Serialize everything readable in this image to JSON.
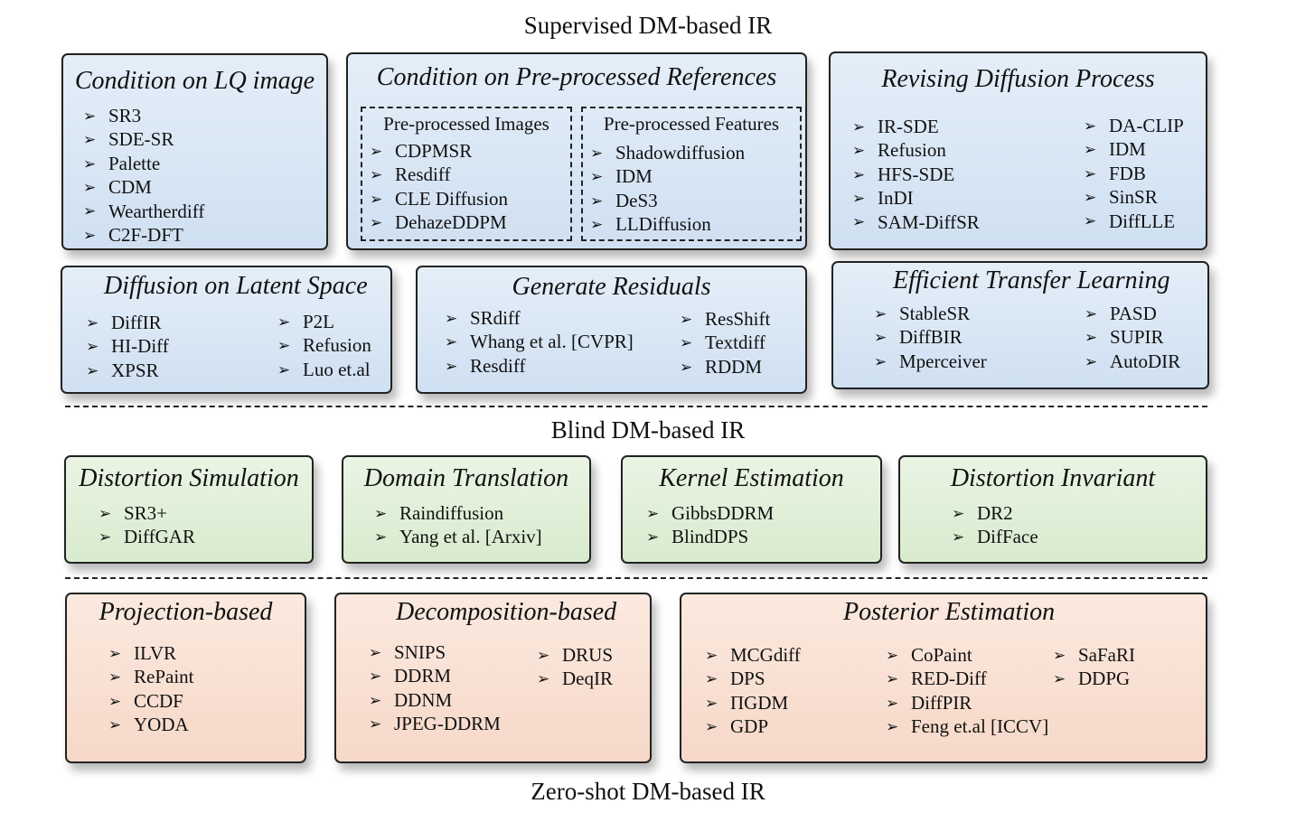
{
  "sections": {
    "supervised": "Supervised DM-based IR",
    "blind": "Blind DM-based IR",
    "zeroshot": "Zero-shot DM-based IR"
  },
  "bullet": "➢",
  "colors": {
    "supervised": "#d6e5f4",
    "blind": "#dcecd3",
    "zeroshot": "#f8dccd",
    "border": "#222222"
  },
  "boxes": {
    "lq": {
      "title": "Condition on LQ image",
      "items": [
        "SR3",
        "SDE-SR",
        "Palette",
        "CDM",
        "Weartherdiff",
        "C2F-DFT"
      ]
    },
    "preprocessed": {
      "title": "Condition on Pre-processed References",
      "images": {
        "title": "Pre-processed Images",
        "items": [
          "CDPMSR",
          "Resdiff",
          "CLE Diffusion",
          "DehazeDDPM"
        ]
      },
      "features": {
        "title": "Pre-processed Features",
        "items": [
          "Shadowdiffusion",
          "IDM",
          "DeS3",
          "LLDiffusion"
        ]
      }
    },
    "revising": {
      "title": "Revising Diffusion Process",
      "col1": [
        "IR-SDE",
        "Refusion",
        "HFS-SDE",
        "InDI",
        "SAM-DiffSR"
      ],
      "col2": [
        "DA-CLIP",
        "IDM",
        "FDB",
        "SinSR",
        "DiffLLE"
      ]
    },
    "latent": {
      "title": "Diffusion on Latent Space",
      "col1": [
        "DiffIR",
        "HI-Diff",
        "XPSR"
      ],
      "col2": [
        "P2L",
        "Refusion",
        "Luo et.al"
      ]
    },
    "residuals": {
      "title": "Generate Residuals",
      "col1": [
        "SRdiff",
        "Whang et al. [CVPR]",
        "Resdiff"
      ],
      "col2": [
        "ResShift",
        "Textdiff",
        "RDDM"
      ]
    },
    "transfer": {
      "title": "Efficient Transfer Learning",
      "col1": [
        "StableSR",
        "DiffBIR",
        "Mperceiver"
      ],
      "col2": [
        "PASD",
        "SUPIR",
        "AutoDIR"
      ]
    },
    "distortion_sim": {
      "title": "Distortion Simulation",
      "items": [
        "SR3+",
        "DiffGAR"
      ]
    },
    "domain": {
      "title": "Domain Translation",
      "items": [
        "Raindiffusion",
        "Yang et al. [Arxiv]"
      ]
    },
    "kernel": {
      "title": "Kernel Estimation",
      "items": [
        "GibbsDDRM",
        "BlindDPS"
      ]
    },
    "invariant": {
      "title": "Distortion Invariant",
      "items": [
        "DR2",
        "DifFace"
      ]
    },
    "projection": {
      "title": "Projection-based",
      "items": [
        "ILVR",
        "RePaint",
        "CCDF",
        "YODA"
      ]
    },
    "decomposition": {
      "title": "Decomposition-based",
      "col1": [
        "SNIPS",
        "DDRM",
        "DDNM",
        "JPEG-DDRM"
      ],
      "col2": [
        "DRUS",
        "DeqIR"
      ]
    },
    "posterior": {
      "title": "Posterior Estimation",
      "col1": [
        "MCGdiff",
        "DPS",
        "ΠGDM",
        "GDP"
      ],
      "col2": [
        "CoPaint",
        "RED-Diff",
        "DiffPIR",
        "Feng et.al [ICCV]"
      ],
      "col3": [
        "SaFaRI",
        "DDPG"
      ]
    }
  }
}
